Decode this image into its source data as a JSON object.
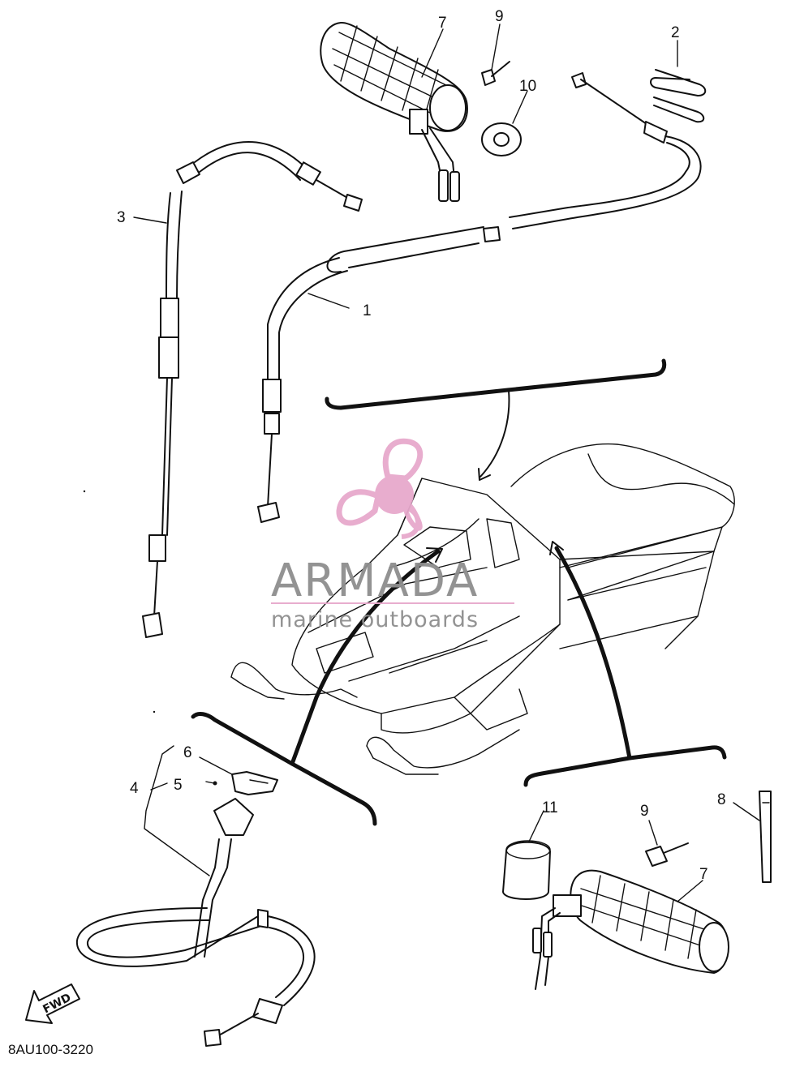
{
  "diagram": {
    "callouts": [
      "1",
      "2",
      "3",
      "4",
      "5",
      "6",
      "7",
      "8",
      "9",
      "10",
      "11"
    ],
    "part_code": "8AU100-3220",
    "fwd_label": "FWD"
  },
  "watermark": {
    "brand": "ARMADA",
    "tagline": "marine outboards",
    "accent_color": "#e7a9cc"
  }
}
